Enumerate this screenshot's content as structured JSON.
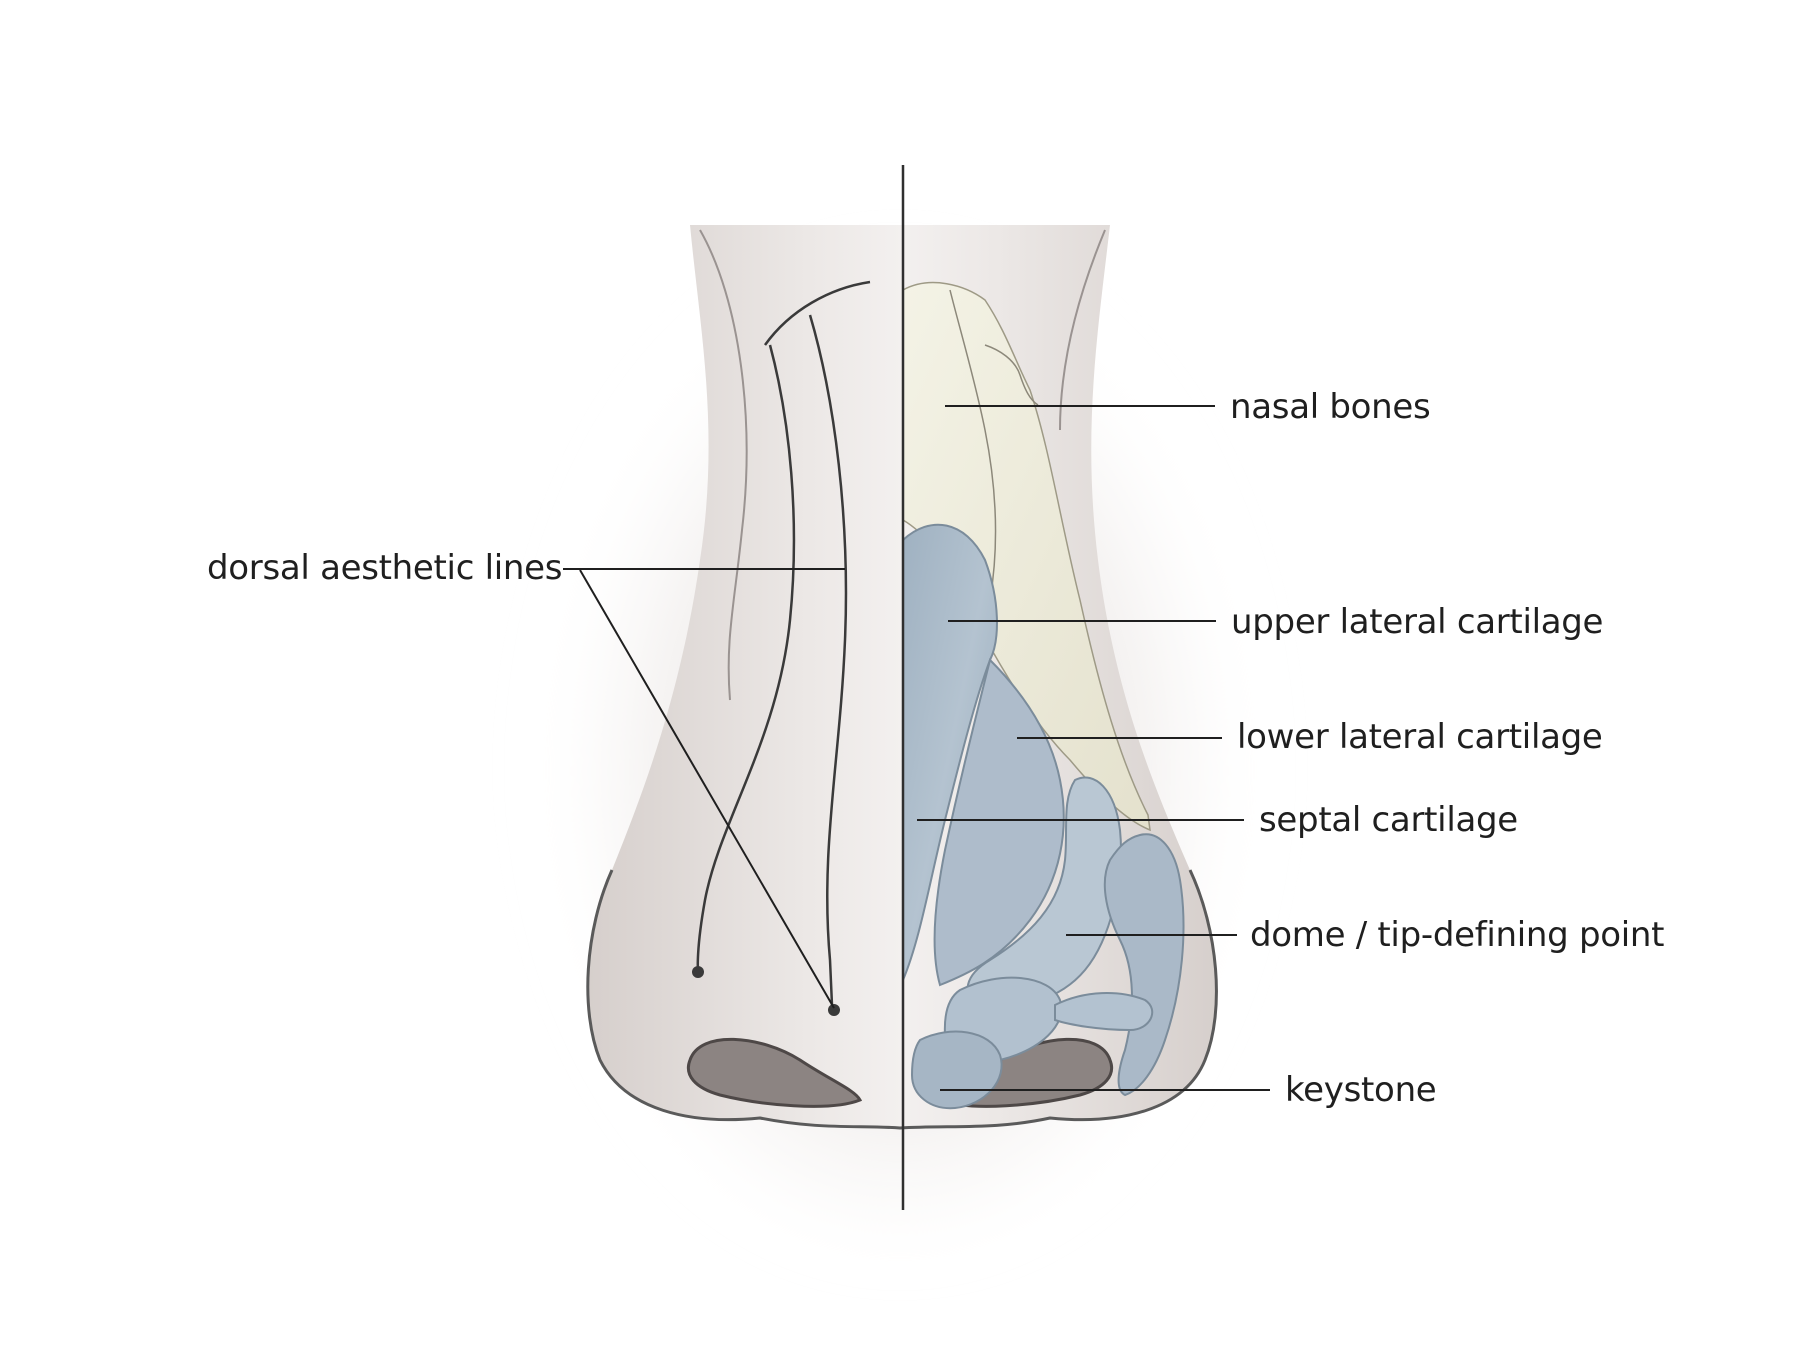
{
  "labels": {
    "dorsal_aesthetic_lines": "dorsal aesthetic lines",
    "nasal_bones": "nasal bones",
    "upper_lateral_cartilage": "upper lateral cartilage",
    "lower_lateral_cartilage": "lower lateral cartilage",
    "septal_cartilage": "septal cartilage",
    "dome_tip_defining_point": "dome / tip-defining point",
    "keystone": "keystone"
  },
  "colors": {
    "skin": "#e8e3e1",
    "skin_shadow": "#cfc7c4",
    "bone": "#efeedd",
    "cartilage": "#a9b9c7",
    "cartilage_light": "#c7d3de",
    "outline": "#5a5a5a",
    "leader_line": "#1f1f1f"
  }
}
